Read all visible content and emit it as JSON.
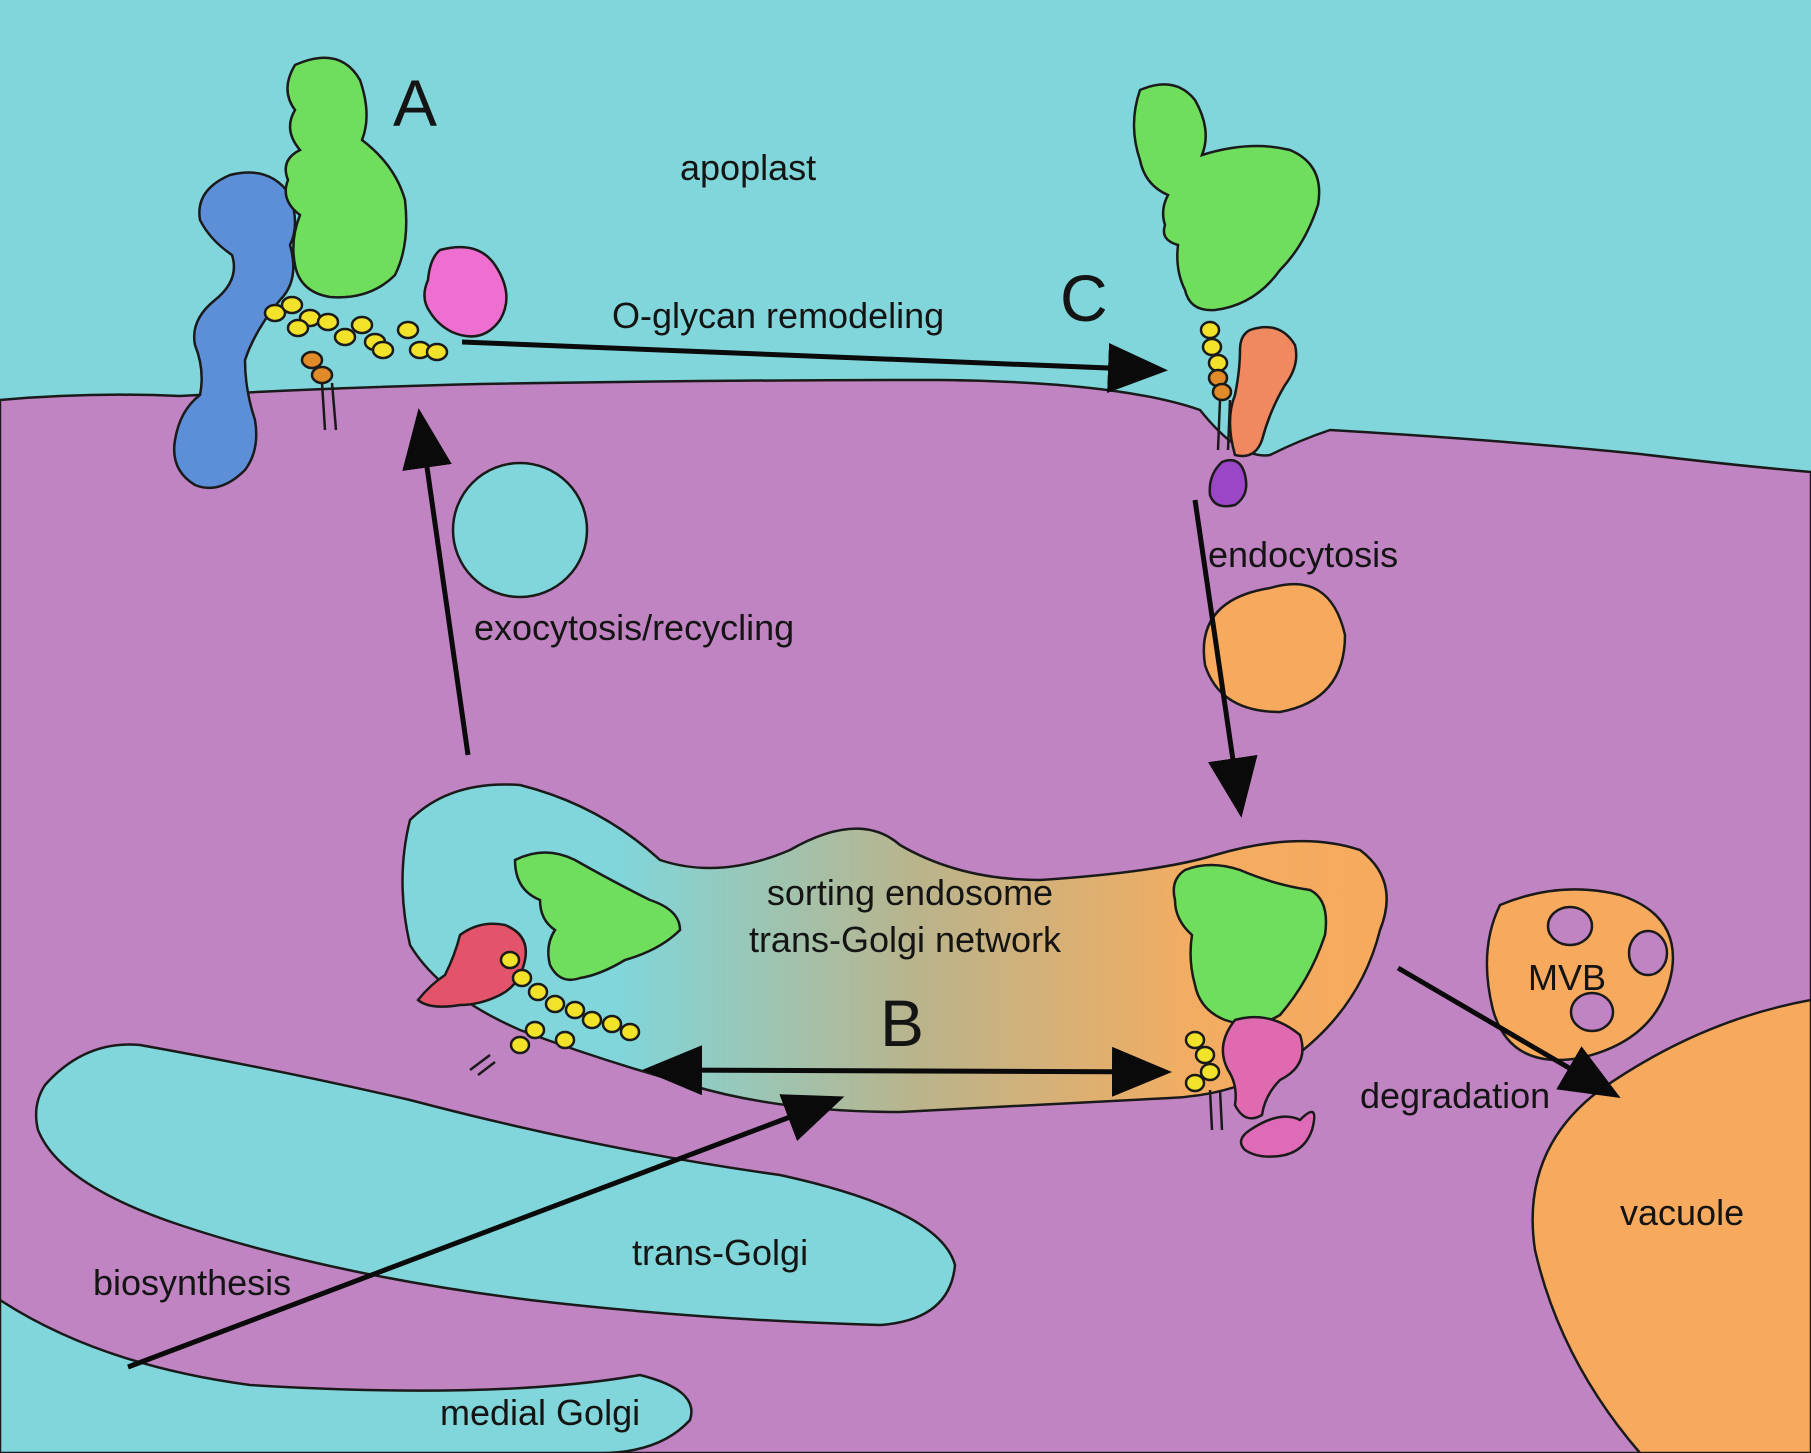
{
  "labels": {
    "panel_a": "A",
    "panel_b": "B",
    "panel_c": "C",
    "apoplast": "apoplast",
    "o_glycan_remodeling": "O-glycan remodeling",
    "exocytosis_recycling": "exocytosis/recycling",
    "endocytosis": "endocytosis",
    "sorting_endosome": "sorting endosome",
    "trans_golgi_network": "trans-Golgi network",
    "mvb": "MVB",
    "degradation": "degradation",
    "vacuole": "vacuole",
    "trans_golgi": "trans-Golgi",
    "biosynthesis": "biosynthesis",
    "medial_golgi": "medial Golgi"
  },
  "colors": {
    "apoplast": "#80d6da",
    "cytoplasm": "#c184c3",
    "golgi_cisternae": "#80d6da",
    "vacuole_mvb": "#f7aa5d",
    "endocytic_vesicle": "#f7aa5d",
    "exocytic_vesicle": "#80d6da",
    "protein_green": "#6fde5c",
    "protein_blue": "#5d8fd8",
    "protein_pink": "#ef6fd0",
    "protein_salmon": "#f08860",
    "protein_red": "#e3546a",
    "protein_magenta": "#de6ab8",
    "protein_purple": "#9a46c6",
    "glycan_yellow": "#f3e22a",
    "glycan_orange": "#e08a2a"
  }
}
